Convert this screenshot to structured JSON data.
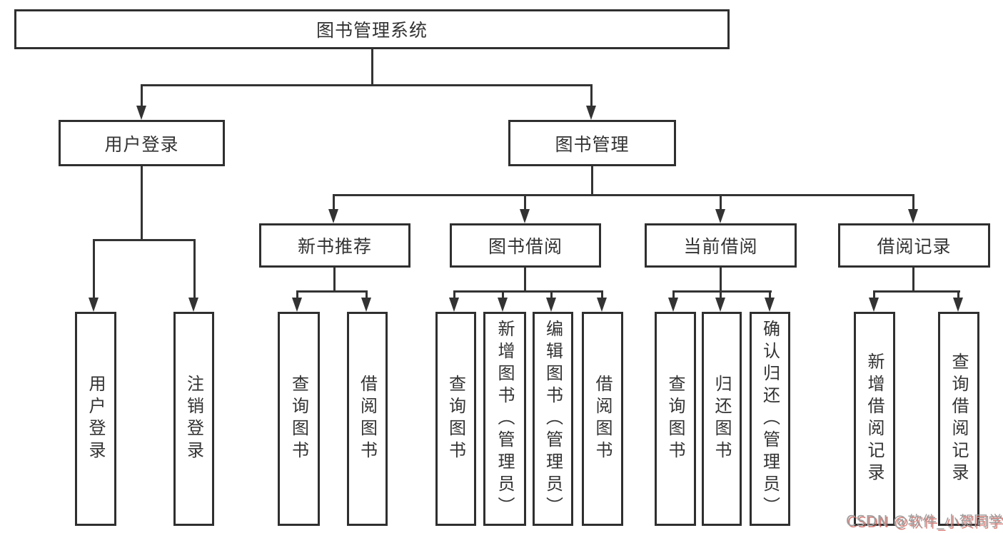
{
  "tree": {
    "root": {
      "label": "图书管理系统",
      "children": [
        {
          "label": "用户登录",
          "children": [
            {
              "label": "用户登录"
            },
            {
              "label": "注销登录"
            }
          ]
        },
        {
          "label": "图书管理",
          "children": [
            {
              "label": "新书推荐",
              "children": [
                {
                  "label": "查询图书"
                },
                {
                  "label": "借阅图书"
                }
              ]
            },
            {
              "label": "图书借阅",
              "children": [
                {
                  "label": "查询图书"
                },
                {
                  "label": "新增图书（管理员）"
                },
                {
                  "label": "编辑图书（管理员）"
                },
                {
                  "label": "借阅图书"
                }
              ]
            },
            {
              "label": "当前借阅",
              "children": [
                {
                  "label": "查询图书"
                },
                {
                  "label": "归还图书"
                },
                {
                  "label": "确认归还（管理员）"
                }
              ]
            },
            {
              "label": "借阅记录",
              "children": [
                {
                  "label": "新增借阅记录"
                },
                {
                  "label": "查询借阅记录"
                }
              ]
            }
          ]
        }
      ]
    }
  },
  "watermark": {
    "text": "CSDN @软件_小贺同学"
  },
  "colors": {
    "line": "#333333",
    "box_border": "#2f2f2f",
    "text": "#333333",
    "background": "#ffffff",
    "watermark_gray": "#9e9e9e",
    "watermark_red": "#c9574f"
  }
}
